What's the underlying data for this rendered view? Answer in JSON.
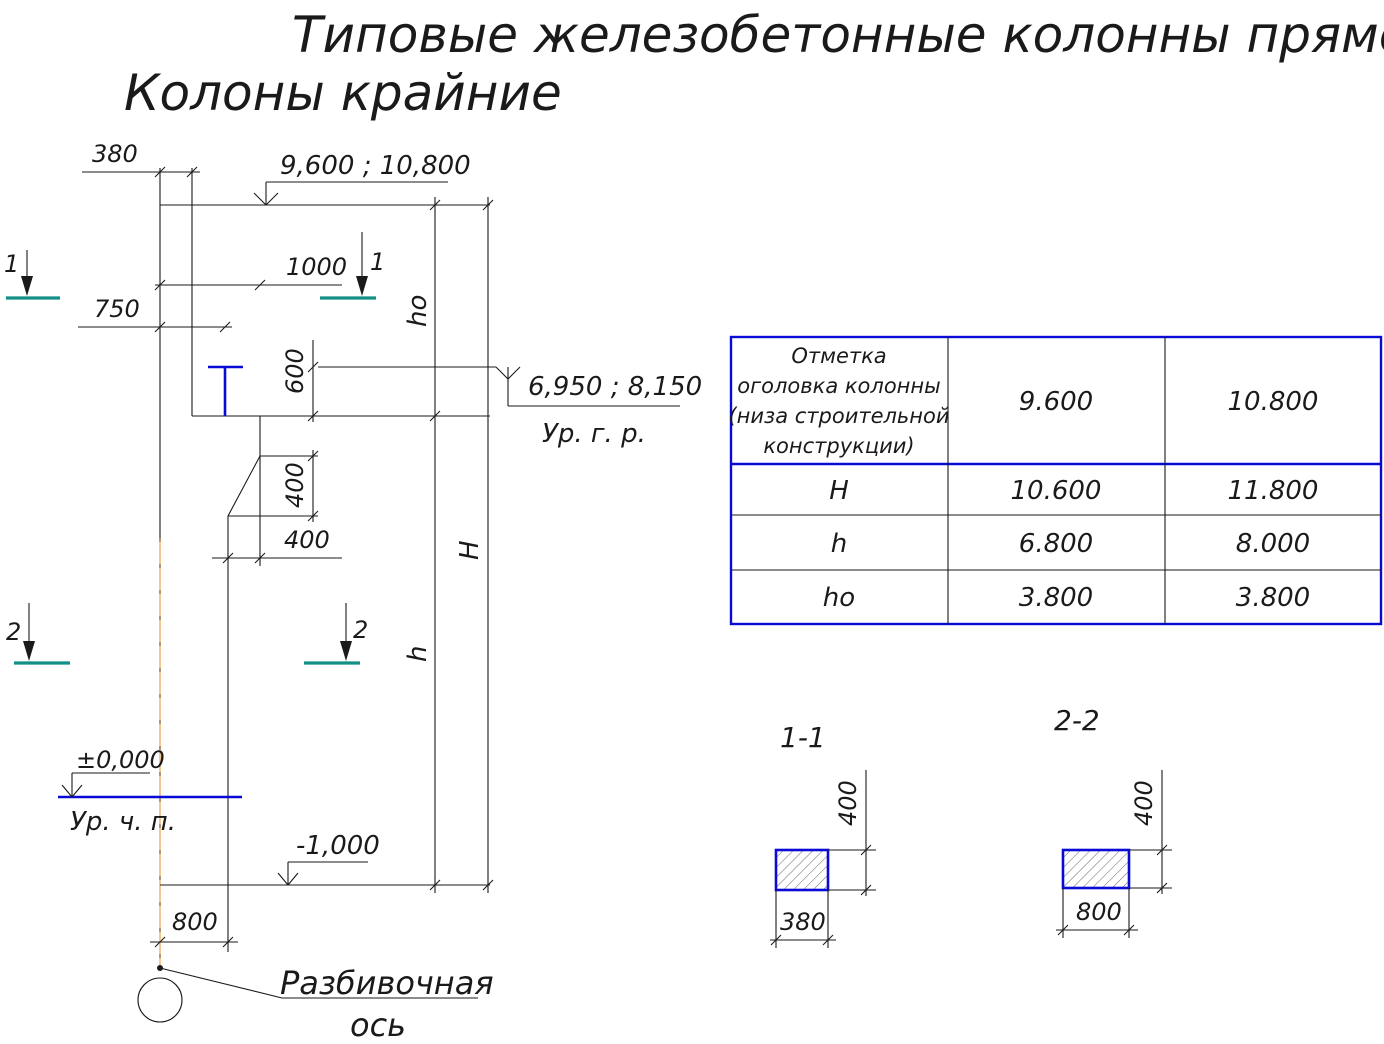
{
  "title": {
    "line1": "Типовые железобетонные колонны прямоугольные",
    "line2": "Колоны крайние"
  },
  "drawing": {
    "dim_top_width": "380",
    "elev_top": "9,600 ; 10,800",
    "dim_console": "1000",
    "dim_750": "750",
    "dim_600": "600",
    "dim_400_v": "400",
    "dim_400_h": "400",
    "dim_bottom_width": "800",
    "elev_crane": "6,950 ; 8,150",
    "crane_label": "Ур. г. р.",
    "elev_zero": "±0,000",
    "floor_label": "Ур. ч. п.",
    "elev_base": "-1,000",
    "label_ho": "ho",
    "label_H": "H",
    "label_h": "h",
    "cut1_left": "1",
    "cut1_right": "1",
    "cut2_left": "2",
    "cut2_right": "2",
    "axis_label_1": "Разбивочная",
    "axis_label_2": "ось"
  },
  "table": {
    "header": [
      "Отметка",
      "оголовка колонны",
      "(низа строительной",
      "конструкции)"
    ],
    "columns": [
      "9.600",
      "10.800"
    ],
    "rows": [
      {
        "label": "H",
        "values": [
          "10.600",
          "11.800"
        ]
      },
      {
        "label": "h",
        "values": [
          "6.800",
          "8.000"
        ]
      },
      {
        "label": "ho",
        "values": [
          "3.800",
          "3.800"
        ]
      }
    ]
  },
  "sections": [
    {
      "name": "1-1",
      "height": "400",
      "width": "380"
    },
    {
      "name": "2-2",
      "height": "400",
      "width": "800"
    }
  ],
  "colors": {
    "line": "#1a1a1a",
    "blue": "#0a0ad8",
    "teal": "#138f86",
    "axis": "#f2b77a"
  }
}
